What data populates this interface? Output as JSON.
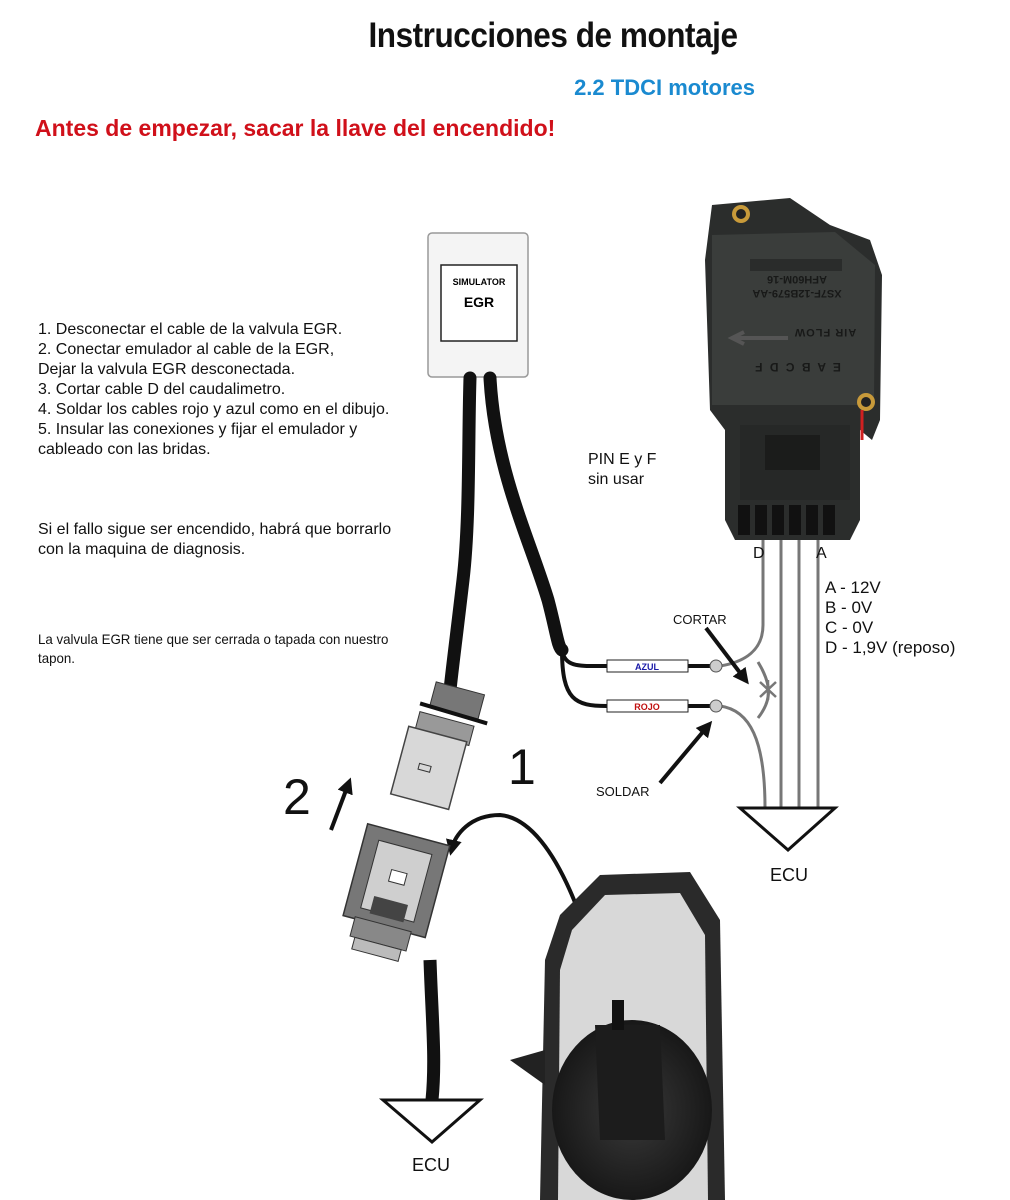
{
  "header": {
    "title": "Instrucciones de montaje",
    "subtitle": "2.2 TDCI motores",
    "warning": "Antes de empezar, sacar la llave del encendido!"
  },
  "steps": [
    "1. Desconectar el cable de la valvula EGR.",
    "2. Conectar emulador al cable de la EGR,",
    "Dejar la valvula EGR desconectada.",
    "3. Cortar cable D del caudalimetro.",
    "4. Soldar los cables rojo y azul como en el dibujo.",
    "5. Insular las conexiones y fijar el emulador y",
    "cableado con las bridas."
  ],
  "notes": {
    "fault_line1": "Si el fallo sigue ser encendido, habrá que borrarlo",
    "fault_line2": "con la maquina de diagnosis.",
    "valve_line1": "La valvula EGR tiene que ser cerrada o tapada con nuestro",
    "valve_line2": "tapon."
  },
  "simulator": {
    "line1": "SIMULATOR",
    "line2": "EGR"
  },
  "wires": {
    "blue": "AZUL",
    "red": "ROJO",
    "cut": "CORTAR",
    "solder": "SOLDAR"
  },
  "pins": {
    "unused_line1": "PIN E y F",
    "unused_line2": "sin usar",
    "label_d": "D",
    "label_a": "A",
    "values": [
      "A - 12V",
      "B - 0V",
      "C - 0V",
      "D - 1,9V (reposo)"
    ]
  },
  "steps_numbers": {
    "one": "1",
    "two": "2"
  },
  "ecu": {
    "right": "ECU",
    "left": "ECU"
  },
  "maf_sensor": {
    "part": "XS7F-12B579-AA",
    "code": "AFH60M-16",
    "flow": "AIR FLOW",
    "pins": "E A B C D F"
  },
  "colors": {
    "blue_text": "#1a8ad0",
    "red_text": "#d0101a",
    "wire_blue": "#1a1aa8",
    "wire_red": "#c01010"
  }
}
